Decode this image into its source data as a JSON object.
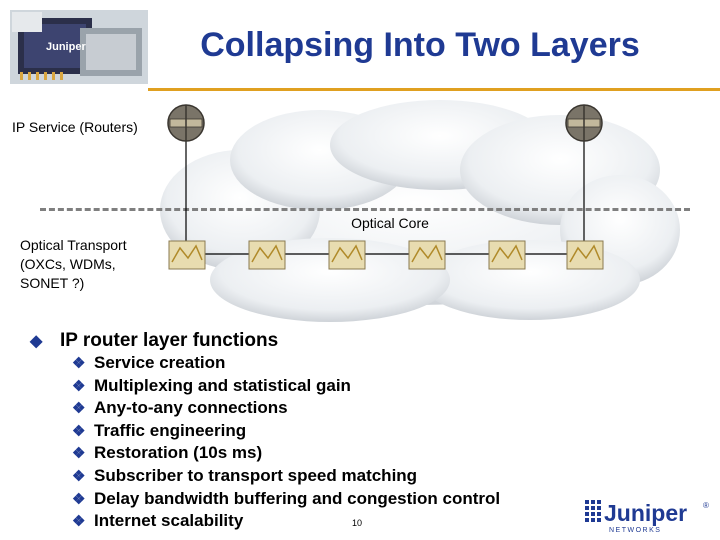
{
  "title": "Collapsing Into Two Layers",
  "labels": {
    "ip_service": "IP Service (Routers)",
    "optical_transport": [
      "Optical Transport",
      "(OXCs, WDMs,",
      "SONET ?)"
    ],
    "optical_core": "Optical Core"
  },
  "main_bullet": "IP router layer functions",
  "sub_bullets": [
    "Service creation",
    "Multiplexing and statistical gain",
    "Any-to-any connections",
    "Traffic engineering",
    "Restoration (10s ms)",
    "Subscriber to transport speed matching",
    "Delay bandwidth buffering and congestion control",
    "Internet scalability"
  ],
  "page_number": "10",
  "logo": {
    "text": "Juniper",
    "subtext": "NETWORKS",
    "registered": "®"
  },
  "chip_logo_text": "Juniper",
  "colors": {
    "title": "#1f3a93",
    "accent_line": "#e0a020",
    "bullets": "#1f3a93"
  },
  "icons": {
    "main_bullet": "arrow-bullet-icon",
    "sub_bullet": "diamond-bullet-icon",
    "router": "router-icon",
    "optical_switch": "optical-switch-icon"
  }
}
